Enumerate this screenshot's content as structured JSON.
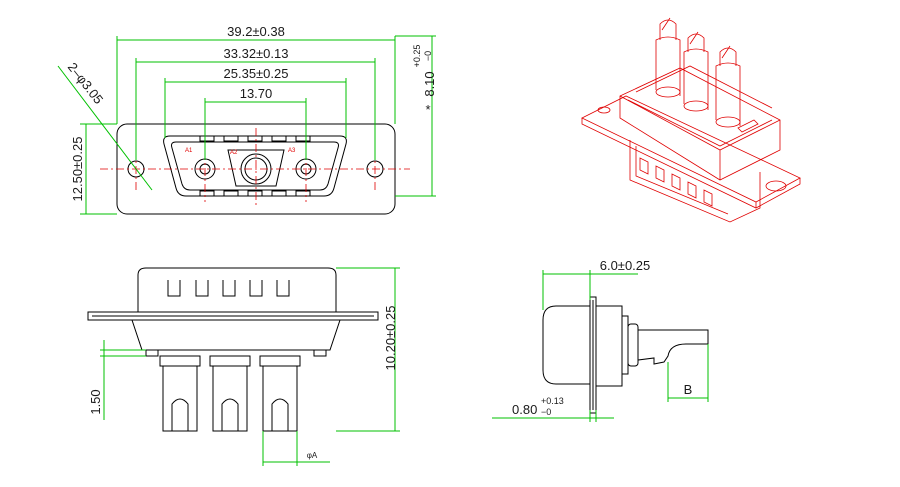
{
  "dimensions": {
    "overall_width": "39.2±0.38",
    "mounting_holes_pitch": "33.32±0.13",
    "shell_width": "25.35±0.25",
    "contact_pitch": "13.70",
    "hole_callout": "2–φ3.05",
    "shell_height": "12.50±0.25",
    "depth_base": "8.10",
    "depth_tol_upper": "+0.25",
    "depth_tol_lower": "−0",
    "depth_marker": "*",
    "body_height": "10.20±0.25",
    "pin_offset": "1.50",
    "pin_diameter": "φA",
    "side_depth": "6.0±0.25",
    "flange_base": "0.80",
    "flange_tol_upper": "+0.13",
    "flange_tol_lower": "−0",
    "tail_label": "B"
  },
  "contact_labels": {
    "a1": "A1",
    "a2": "A2",
    "a3": "A3"
  },
  "colors": {
    "dimension_lines": "#00c000",
    "outline": "#000000",
    "centerlines": "#e00000",
    "isometric": "#e00000"
  }
}
